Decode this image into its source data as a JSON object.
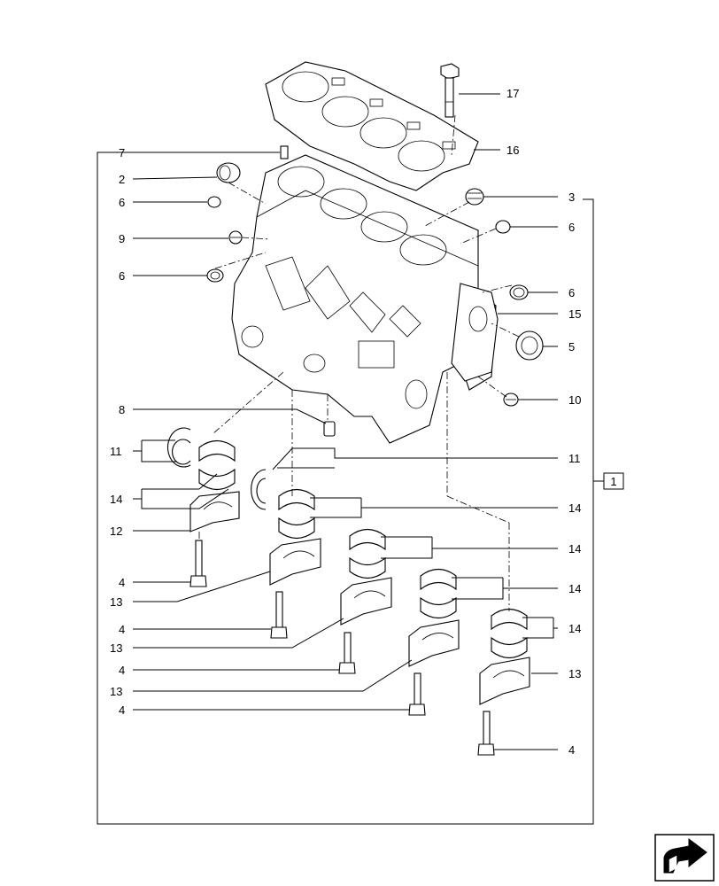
{
  "callouts": {
    "c17": "17",
    "c16": "16",
    "c7": "7",
    "c2": "2",
    "c3": "3",
    "c6a": "6",
    "c6b": "6",
    "c9": "9",
    "c6c": "6",
    "c6d": "6",
    "c15": "15",
    "c5": "5",
    "c10": "10",
    "c8": "8",
    "c11a": "11",
    "c11b": "11",
    "c14a": "14",
    "c14b": "14",
    "c14c": "14",
    "c14d": "14",
    "c14e": "14",
    "c12": "12",
    "c4a": "4",
    "c13a": "13",
    "c4b": "4",
    "c13b": "13",
    "c4c": "4",
    "c13c": "13",
    "c4d": "4",
    "c13d": "13",
    "c4e": "4"
  },
  "group_label": "1",
  "nav": {
    "icon": "next-page-arrow-icon"
  }
}
